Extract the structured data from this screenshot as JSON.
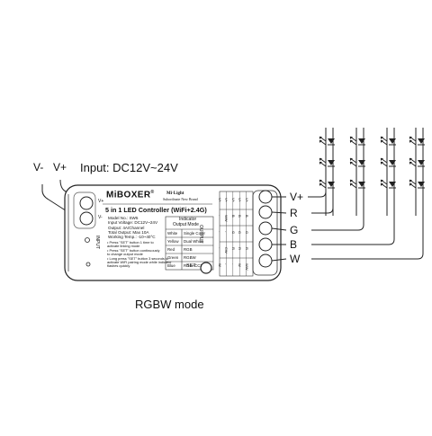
{
  "input": {
    "v_minus": "V-",
    "v_plus": "V+",
    "title": "Input: DC12V~24V"
  },
  "brand": {
    "name": "MiBOXER",
    "reg_mark": "®",
    "sub_line1": "Mi·Light",
    "sub_line2": "Subordinate New Brand"
  },
  "product": {
    "title": "5 in 1 LED Controller (WiFi+2.4G)",
    "specs": [
      "Model No.: SW5",
      "Input Voltage: DC12V~24V",
      "Output: 4A/Channel",
      "Total Output: Max 10A",
      "Working Temp.: -10~40°C"
    ],
    "indicator_title_1": "Indicator",
    "indicator_title_2": "Output Mode",
    "indicator_rows": [
      {
        "color": "White",
        "mode": "Single Color"
      },
      {
        "color": "Yellow",
        "mode": "Dual White"
      },
      {
        "color": "Red",
        "mode": "RGB"
      },
      {
        "color": "Green",
        "mode": "RGBW"
      },
      {
        "color": "Blue",
        "mode": "RGB+CCT"
      }
    ],
    "notes": [
      "• Press \"SET\" button 1 time to",
      "  activate linking mode",
      "• Press \"SET\" button continuously",
      "  to change output mode",
      "• Long press \"SET\" button 3 seconds to",
      "  activate WiFi pairing mode while indicator",
      "  flashes quickly"
    ],
    "set_label": "SET",
    "output_label": "OUTPUT",
    "input_side_label": "INPUT",
    "terminal_vplus": "V+",
    "terminal_vminus": "V-",
    "output_table": [
      [
        "V+",
        "V+",
        "V+",
        "V+",
        "V+"
      ],
      [
        "-",
        "WW",
        "B",
        "B",
        "B"
      ],
      [
        "-",
        "-",
        "G",
        "G",
        "G"
      ],
      [
        "-",
        "CW",
        "R",
        "R",
        "R"
      ],
      [
        "W",
        "-",
        "-",
        "W",
        "WW"
      ]
    ]
  },
  "outputs": [
    "V+",
    "R",
    "G",
    "B",
    "W"
  ],
  "mode_label": "RGBW mode"
}
